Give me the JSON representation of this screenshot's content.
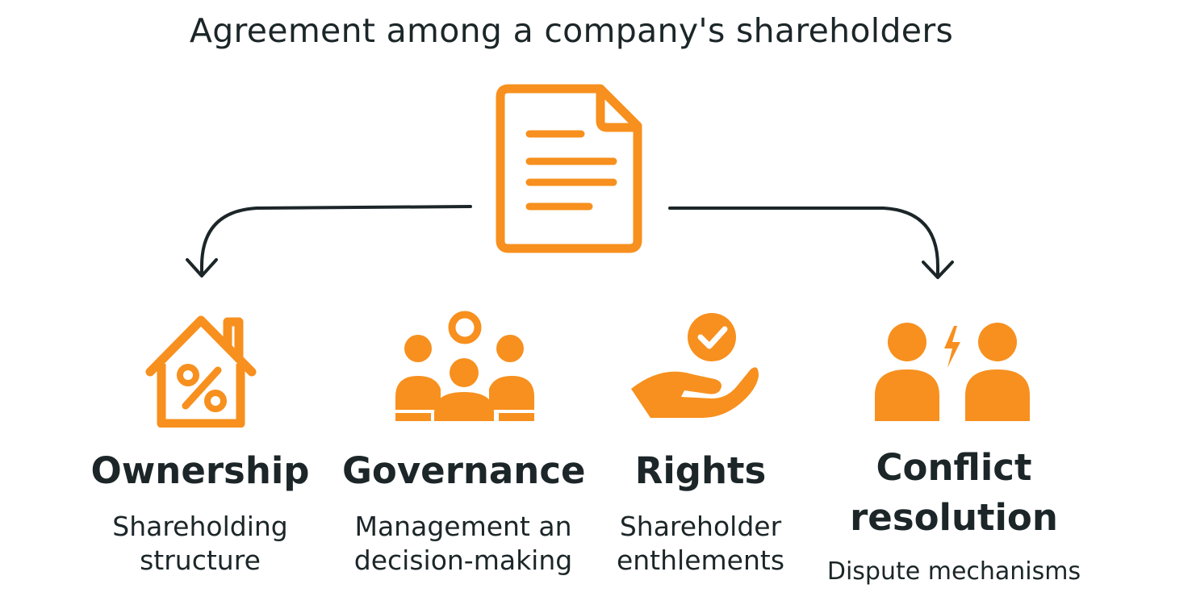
{
  "title": "Agreement among a company's shareholders",
  "accent_color": "#F7901E",
  "icons": {
    "document": "document-icon",
    "ownership": "house-percent-icon",
    "governance": "people-group-icon",
    "rights": "hand-check-icon",
    "conflict": "conflict-people-icon"
  },
  "items": [
    {
      "title": "Ownership",
      "desc_line1": "Shareholding",
      "desc_line2": "structure"
    },
    {
      "title": "Governance",
      "desc_line1": "Management an",
      "desc_line2": "decision-making"
    },
    {
      "title": "Rights",
      "desc_line1": "Shareholder",
      "desc_line2": "enthlements"
    },
    {
      "title_line1": "Conflict",
      "title_line2": "resolution",
      "desc_line1": "Dispute mechanisms"
    }
  ]
}
